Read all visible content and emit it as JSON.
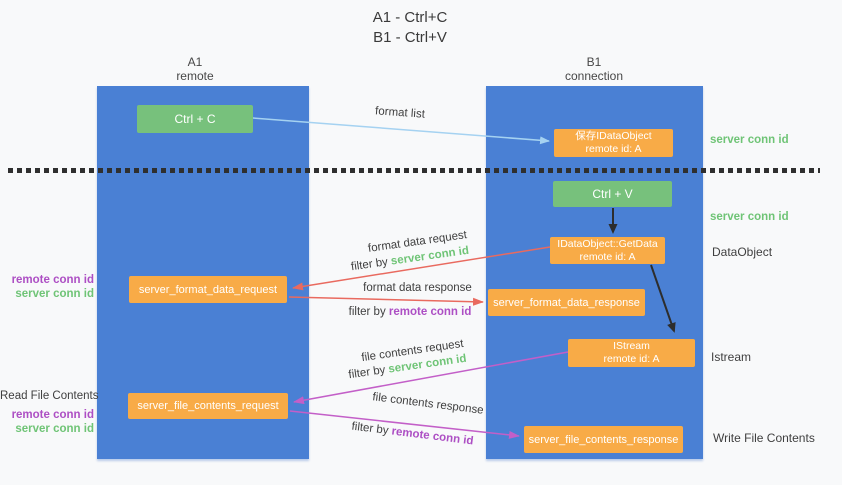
{
  "title": {
    "line1": "A1 - Ctrl+C",
    "line2": "B1 - Ctrl+V"
  },
  "lanes": {
    "left": {
      "id": "A1",
      "role": "remote"
    },
    "right": {
      "id": "B1",
      "role": "connection"
    }
  },
  "nodes": {
    "ctrl_c": {
      "label": "Ctrl + C"
    },
    "save_dataobject": {
      "line1": "保存IDataObject",
      "line2": "remote id: A"
    },
    "ctrl_v": {
      "label": "Ctrl + V"
    },
    "getdata": {
      "line1": "IDataObject::GetData",
      "line2": "remote id: A"
    },
    "format_request": {
      "label": "server_format_data_request"
    },
    "format_response": {
      "label": "server_format_data_response"
    },
    "istream": {
      "line1": "IStream",
      "line2": "remote id: A"
    },
    "file_request": {
      "label": "server_file_contents_request"
    },
    "file_response": {
      "label": "server_file_contents_response"
    }
  },
  "edge_labels": {
    "format_list": "format list",
    "format_data_request": "format data request",
    "format_data_response": "format data response",
    "file_contents_request": "file contents request",
    "file_contents_response": "file contents response",
    "filter_by": "filter by",
    "server_conn_id": "server conn id",
    "remote_conn_id": "remote conn id"
  },
  "side_labels": {
    "server_conn_id": "server conn id",
    "remote_conn_id": "remote conn id",
    "dataobject": "DataObject",
    "istream": "Istream",
    "read_file_contents": "Read File Contents",
    "write_file_contents": "Write File Contents"
  },
  "colors": {
    "lane_blue": "#4a80d4",
    "node_green": "#77c17c",
    "node_orange": "#f8ab47",
    "conn_id_green": "#6fc476",
    "conn_id_purple": "#ad4fc4",
    "arrow_red": "#e96a5f",
    "arrow_magenta": "#c35fc8",
    "arrow_blue": "#a5d2f1",
    "arrow_black": "#2d2d2d"
  }
}
